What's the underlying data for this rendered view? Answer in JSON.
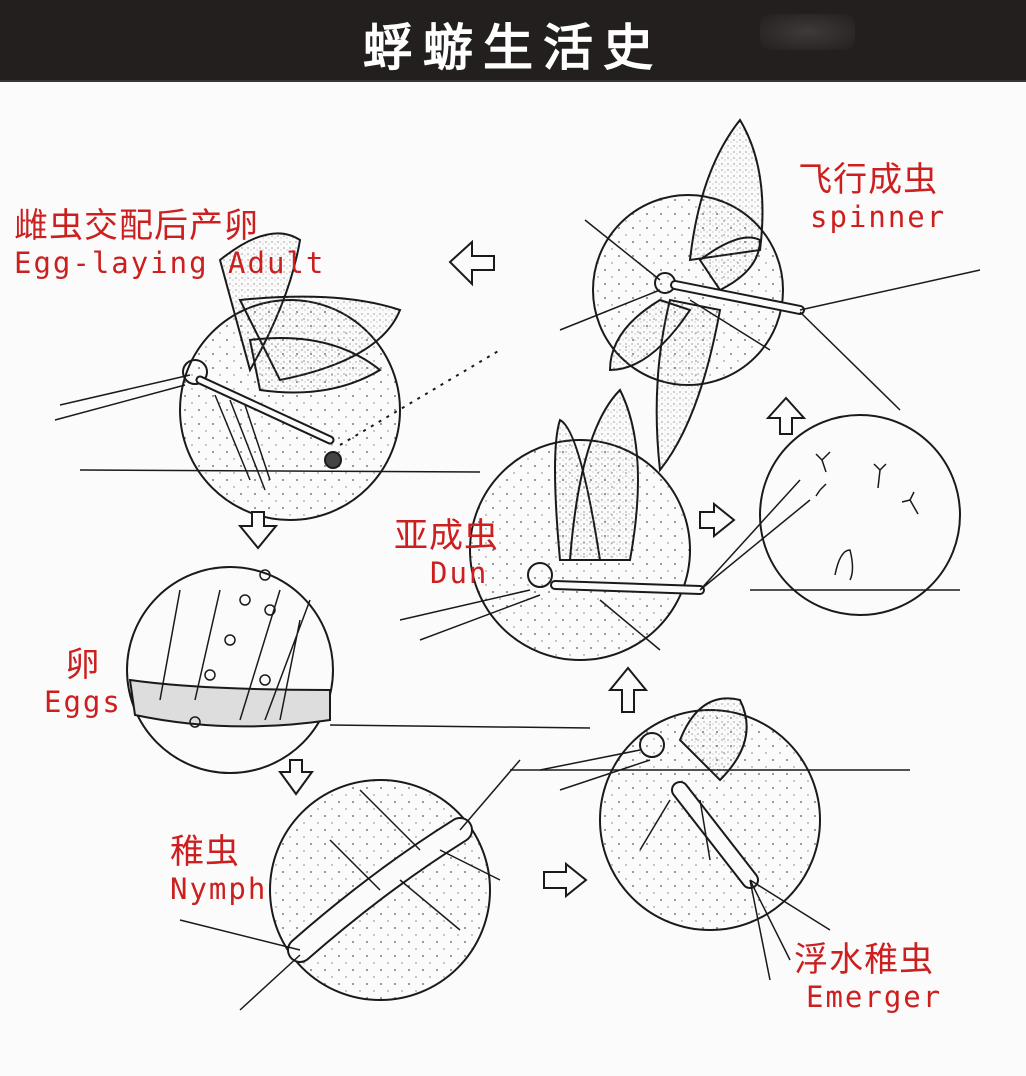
{
  "title": "蜉蝣生活史",
  "colors": {
    "title_bar_bg": "#231f1e",
    "title_text": "#ffffff",
    "label_red": "#cc1f1f",
    "line_ink": "#1a1a1a",
    "background": "#fbfbfb"
  },
  "stages": [
    {
      "id": "egg-laying-adult",
      "zh": "雌虫交配后产卵",
      "en": "Egg-laying Adult"
    },
    {
      "id": "eggs",
      "zh": "卵",
      "en": "Eggs"
    },
    {
      "id": "nymph",
      "zh": "稚虫",
      "en": "Nymph"
    },
    {
      "id": "emerger",
      "zh": "浮水稚虫",
      "en": "Emerger"
    },
    {
      "id": "dun",
      "zh": "亚成虫",
      "en": "Dun"
    },
    {
      "id": "spinner",
      "zh": "飞行成虫",
      "en": "spinner"
    }
  ],
  "cycle_order": [
    "spinner",
    "egg-laying-adult",
    "eggs",
    "nymph",
    "emerger",
    "dun",
    "spinner"
  ],
  "arrows": [
    {
      "from": "spinner",
      "to": "egg-laying-adult",
      "icon": "arrow-left-icon"
    },
    {
      "from": "egg-laying-adult",
      "to": "eggs",
      "icon": "arrow-down-icon"
    },
    {
      "from": "eggs",
      "to": "nymph",
      "icon": "arrow-down-icon"
    },
    {
      "from": "nymph",
      "to": "emerger",
      "icon": "arrow-right-icon"
    },
    {
      "from": "emerger",
      "to": "dun",
      "icon": "arrow-up-icon"
    },
    {
      "from": "dun",
      "to": "swarm",
      "icon": "arrow-right-icon"
    },
    {
      "from": "swarm",
      "to": "spinner",
      "icon": "arrow-up-icon"
    }
  ]
}
